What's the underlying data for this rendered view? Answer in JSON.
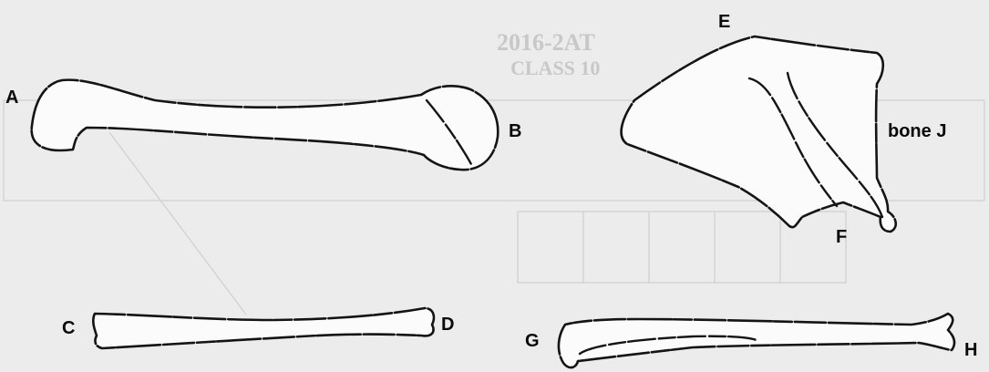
{
  "labels": {
    "a": "A",
    "b": "B",
    "c": "C",
    "d": "D",
    "e": "E",
    "f": "F",
    "g": "G",
    "h": "H",
    "bone_j": "bone J"
  },
  "colors": {
    "background": "#ececec",
    "bone_fill": "#fbfbfb",
    "outline": "#141414"
  }
}
